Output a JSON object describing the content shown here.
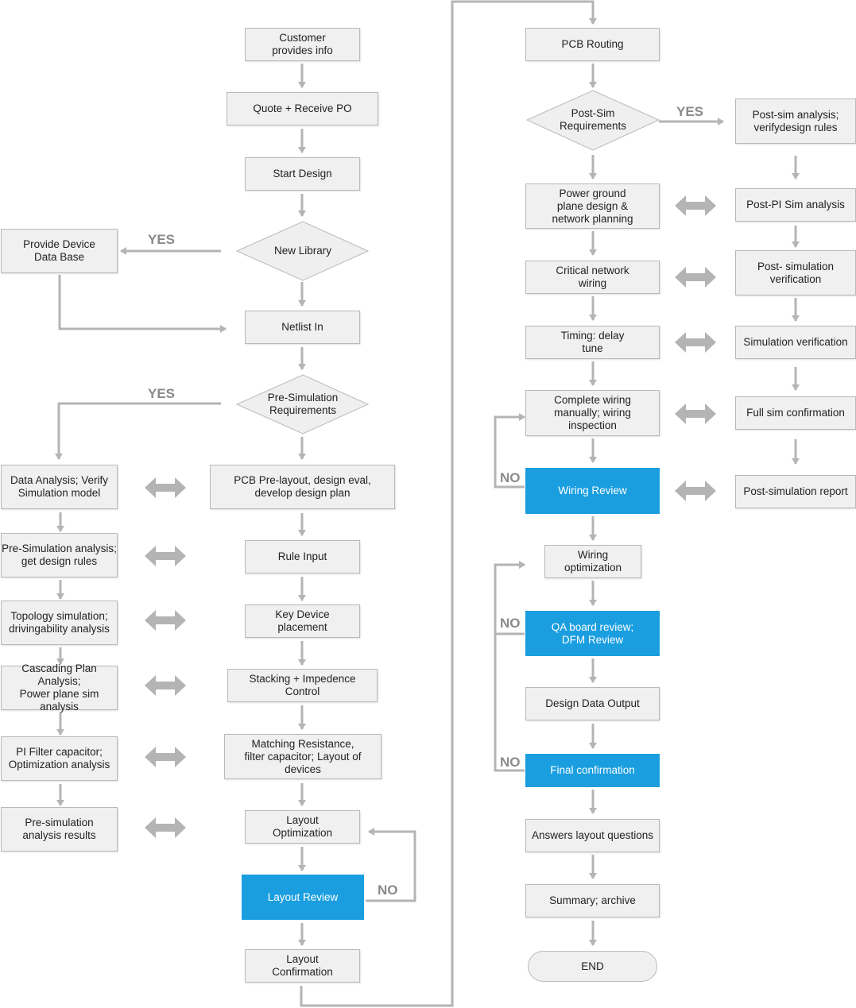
{
  "nodes": {
    "customer_info": "Customer\nprovides info",
    "quote_po": "Quote + Receive PO",
    "start_design": "Start Design",
    "new_library": "New Library",
    "provide_db": "Provide Device\nData Base",
    "netlist_in": "Netlist In",
    "pre_sim_req": "Pre-Simulation\nRequirements",
    "data_analysis": "Data Analysis; Verify\nSimulation model",
    "pcb_prelayout": "PCB Pre-layout, design eval,\ndevelop design plan",
    "pre_sim_analysis": "Pre-Simulation analysis;\nget design rules",
    "rule_input": "Rule Input",
    "topology_sim": "Topology simulation;\ndrivingability analysis",
    "key_device": "Key Device\nplacement",
    "cascading_plan": "Cascading Plan Analysis;\nPower plane sim analysis",
    "stacking": "Stacking + Impedence\nControl",
    "pi_filter": "PI Filter capacitor;\nOptimization analysis",
    "matching_res": "Matching Resistance,\nfilter capacitor; Layout of devices",
    "pre_sim_results": "Pre-simulation\nanalysis results",
    "layout_opt": "Layout\nOptimization",
    "layout_review": "Layout Review",
    "layout_confirm": "Layout\nConfirmation",
    "pcb_routing": "PCB Routing",
    "post_sim_req": "Post-Sim\nRequirements",
    "post_sim_analysis": "Post-sim analysis;\nverifydesign rules",
    "power_ground": "Power ground\nplane design &\nnetwork planning",
    "post_pi": "Post-PI Sim analysis",
    "critical_net": "Critical network\nwiring",
    "post_sim_verif": "Post- simulation\nverification",
    "timing": "Timing: delay\ntune",
    "sim_verif": "Simulation verification",
    "complete_wiring": "Complete wiring\nmanually; wiring\ninspection",
    "full_sim": "Full sim confirmation",
    "wiring_review": "Wiring Review",
    "post_sim_report": "Post-simulation report",
    "wiring_opt": "Wiring\noptimization",
    "qa_review": "QA board review;\nDFM Review",
    "design_output": "Design Data Output",
    "final_confirm": "Final confirmation",
    "answers": "Answers layout questions",
    "summary": "Summary; archive",
    "end": "END"
  },
  "labels": {
    "yes_library": "YES",
    "yes_presim": "YES",
    "no_layout": "NO",
    "yes_postsim": "YES",
    "no_wiring": "NO",
    "no_qa": "NO",
    "no_final": "NO"
  },
  "colors": {
    "box_fill": "#f0f0f0",
    "box_border": "#b9b9b9",
    "highlight": "#1a9ee0",
    "connector": "#b4b4b4",
    "label": "#8a8a8a"
  }
}
